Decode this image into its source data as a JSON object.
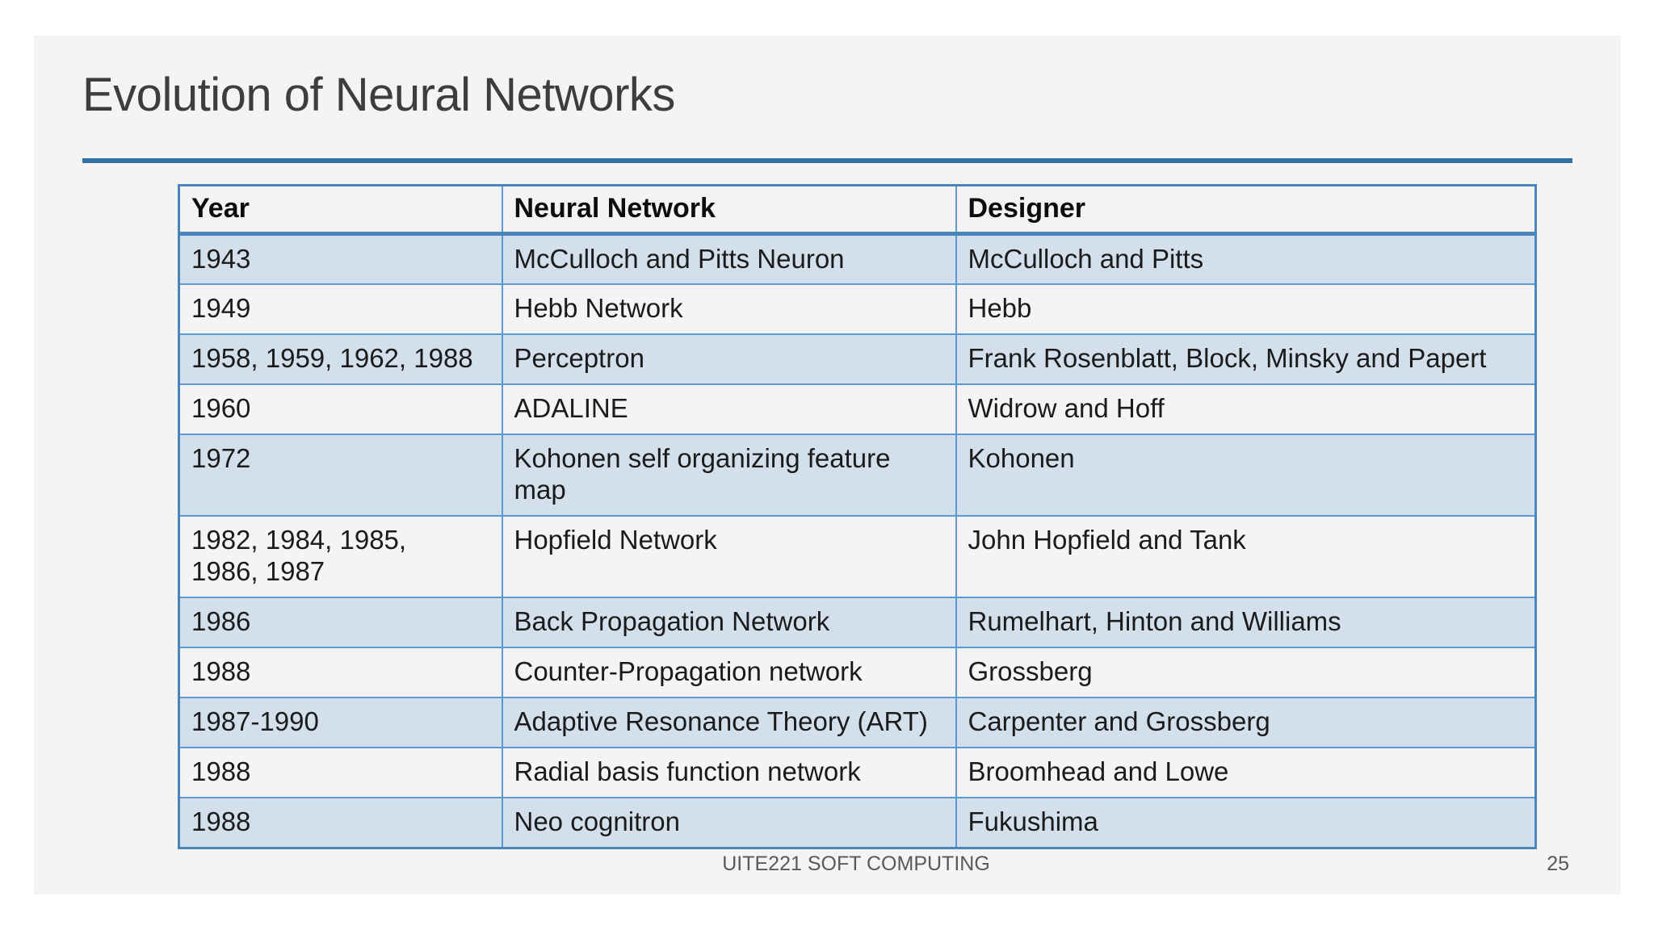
{
  "slide": {
    "title": "Evolution of Neural Networks",
    "accent_color": "#2e73a8",
    "table": {
      "border_color": "#5b9bd5",
      "stripe_blue": "#d3e0ec",
      "stripe_light": "#f5f4f2",
      "columns": [
        "Year",
        "Neural Network",
        "Designer"
      ],
      "rows": [
        [
          "1943",
          "McCulloch and Pitts Neuron",
          "McCulloch and Pitts"
        ],
        [
          "1949",
          "Hebb Network",
          "Hebb"
        ],
        [
          "1958, 1959, 1962, 1988",
          "Perceptron",
          "Frank Rosenblatt, Block, Minsky and Papert"
        ],
        [
          "1960",
          "ADALINE",
          "Widrow and Hoff"
        ],
        [
          "1972",
          "Kohonen self organizing feature map",
          "Kohonen"
        ],
        [
          "1982, 1984, 1985, 1986, 1987",
          "Hopfield Network",
          "John Hopfield and Tank"
        ],
        [
          "1986",
          "Back Propagation Network",
          "Rumelhart, Hinton and Williams"
        ],
        [
          "1988",
          "Counter-Propagation network",
          "Grossberg"
        ],
        [
          "1987-1990",
          "Adaptive Resonance Theory (ART)",
          "Carpenter and Grossberg"
        ],
        [
          "1988",
          "Radial basis function network",
          "Broomhead and Lowe"
        ],
        [
          "1988",
          "Neo cognitron",
          "Fukushima"
        ]
      ]
    },
    "footer": {
      "center": "UITE221 SOFT COMPUTING",
      "page_number": "25"
    }
  }
}
